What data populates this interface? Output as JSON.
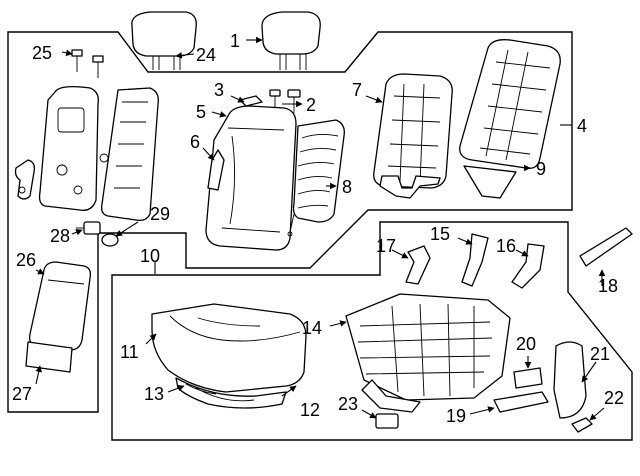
{
  "callouts": [
    {
      "id": "c1",
      "text": "1"
    },
    {
      "id": "c2",
      "text": "2"
    },
    {
      "id": "c3",
      "text": "3"
    },
    {
      "id": "c4",
      "text": "4"
    },
    {
      "id": "c5",
      "text": "5"
    },
    {
      "id": "c6",
      "text": "6"
    },
    {
      "id": "c7",
      "text": "7"
    },
    {
      "id": "c8",
      "text": "8"
    },
    {
      "id": "c9",
      "text": "9"
    },
    {
      "id": "c10",
      "text": "10"
    },
    {
      "id": "c11",
      "text": "11"
    },
    {
      "id": "c12",
      "text": "12"
    },
    {
      "id": "c13",
      "text": "13"
    },
    {
      "id": "c14",
      "text": "14"
    },
    {
      "id": "c15",
      "text": "15"
    },
    {
      "id": "c16",
      "text": "16"
    },
    {
      "id": "c17",
      "text": "17"
    },
    {
      "id": "c18",
      "text": "18"
    },
    {
      "id": "c19",
      "text": "19"
    },
    {
      "id": "c20",
      "text": "20"
    },
    {
      "id": "c21",
      "text": "21"
    },
    {
      "id": "c22",
      "text": "22"
    },
    {
      "id": "c23",
      "text": "23"
    },
    {
      "id": "c24",
      "text": "24"
    },
    {
      "id": "c25",
      "text": "25"
    },
    {
      "id": "c26",
      "text": "26"
    },
    {
      "id": "c27",
      "text": "27"
    },
    {
      "id": "c28",
      "text": "28"
    },
    {
      "id": "c29",
      "text": "29"
    }
  ]
}
